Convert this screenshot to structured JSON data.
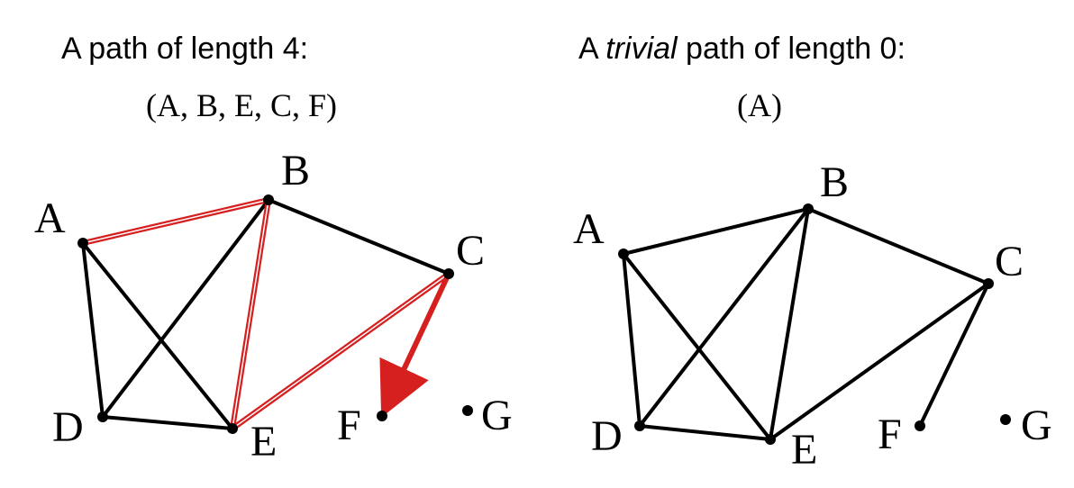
{
  "left": {
    "title": "A path of length 4:",
    "sequence": "(A, B, E, C, F)",
    "nodes": [
      "A",
      "B",
      "C",
      "D",
      "E",
      "F",
      "G"
    ],
    "edges": [
      [
        "A",
        "B"
      ],
      [
        "A",
        "D"
      ],
      [
        "A",
        "E"
      ],
      [
        "B",
        "D"
      ],
      [
        "B",
        "E"
      ],
      [
        "B",
        "C"
      ],
      [
        "C",
        "E"
      ],
      [
        "C",
        "F"
      ],
      [
        "D",
        "E"
      ]
    ],
    "path": [
      "A",
      "B",
      "E",
      "C",
      "F"
    ],
    "path_color": "#d62020"
  },
  "right": {
    "title_prefix": "A ",
    "title_emphasis": "trivial",
    "title_suffix": " path of length 0:",
    "sequence": "(A)",
    "nodes": [
      "A",
      "B",
      "C",
      "D",
      "E",
      "F",
      "G"
    ],
    "edges": [
      [
        "A",
        "B"
      ],
      [
        "A",
        "D"
      ],
      [
        "A",
        "E"
      ],
      [
        "B",
        "D"
      ],
      [
        "B",
        "E"
      ],
      [
        "B",
        "C"
      ],
      [
        "C",
        "E"
      ],
      [
        "C",
        "F"
      ],
      [
        "D",
        "E"
      ]
    ],
    "highlight_node": "A",
    "highlight_color": "#d62020"
  }
}
